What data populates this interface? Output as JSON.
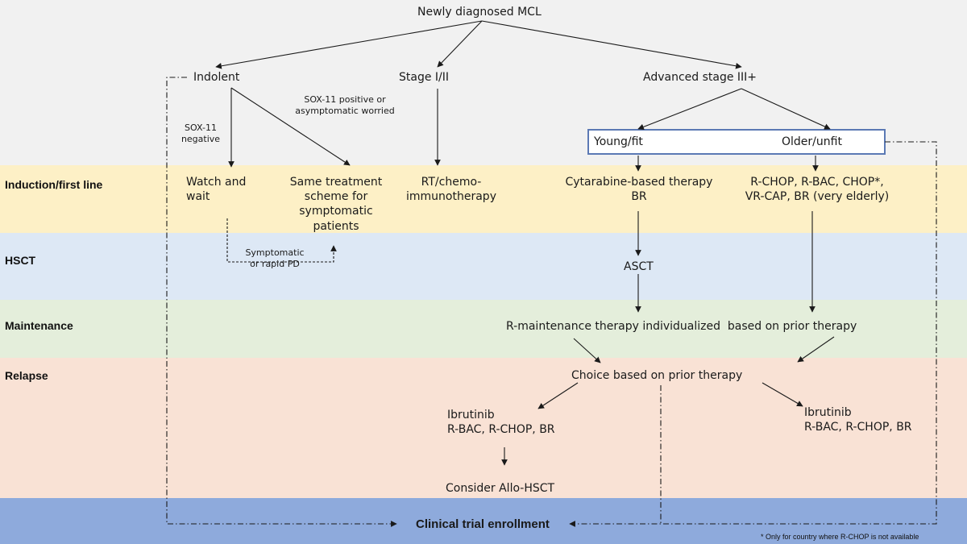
{
  "colors": {
    "band_top": "#f1f1f1",
    "band_induction": "#fdf0c6",
    "band_hsct": "#dde8f5",
    "band_maintenance": "#e4eedb",
    "band_relapse": "#f9e2d5",
    "band_trial": "#8eaadc",
    "box_border": "#5b79b4"
  },
  "bands": {
    "induction": "Induction/first line",
    "hsct": "HSCT",
    "maintenance": "Maintenance",
    "relapse": "Relapse"
  },
  "nodes": {
    "root": "Newly diagnosed MCL",
    "indolent": "Indolent",
    "stage12": "Stage I/II",
    "advanced": "Advanced stage III+",
    "sox_neg_1": "SOX-11",
    "sox_neg_2": "negative",
    "sox_pos_1": "SOX-11 positive or",
    "sox_pos_2": "asymptomatic worried",
    "young": "Young/fit",
    "older": "Older/unfit",
    "watch_1": "Watch and",
    "watch_2": "wait",
    "same_1": "Same treatment",
    "same_2": "scheme for",
    "same_3": "symptomatic",
    "same_4": "patients",
    "rt_1": "RT/chemo-",
    "rt_2": "immunotherapy",
    "cyt_1": "Cytarabine-based therapy",
    "cyt_2": "BR",
    "rchop_1": "R-CHOP, R-BAC, CHOP*,",
    "rchop_2": "VR-CAP, BR (very elderly)",
    "sympt_1": "Symptomatic",
    "sympt_2": "or rapid PD",
    "asct": "ASCT",
    "maint": "R-maintenance therapy individualized  based on prior therapy",
    "choice": "Choice based on prior therapy",
    "ibr_left_1": "Ibrutinib",
    "ibr_left_2": "R-BAC, R-CHOP, BR",
    "ibr_right_1": "Ibrutinib",
    "ibr_right_2": "R-BAC, R-CHOP, BR",
    "allo": "Consider Allo-HSCT",
    "trial": "Clinical trial enrollment"
  },
  "footnote": "* Only for country where R-CHOP is not available"
}
